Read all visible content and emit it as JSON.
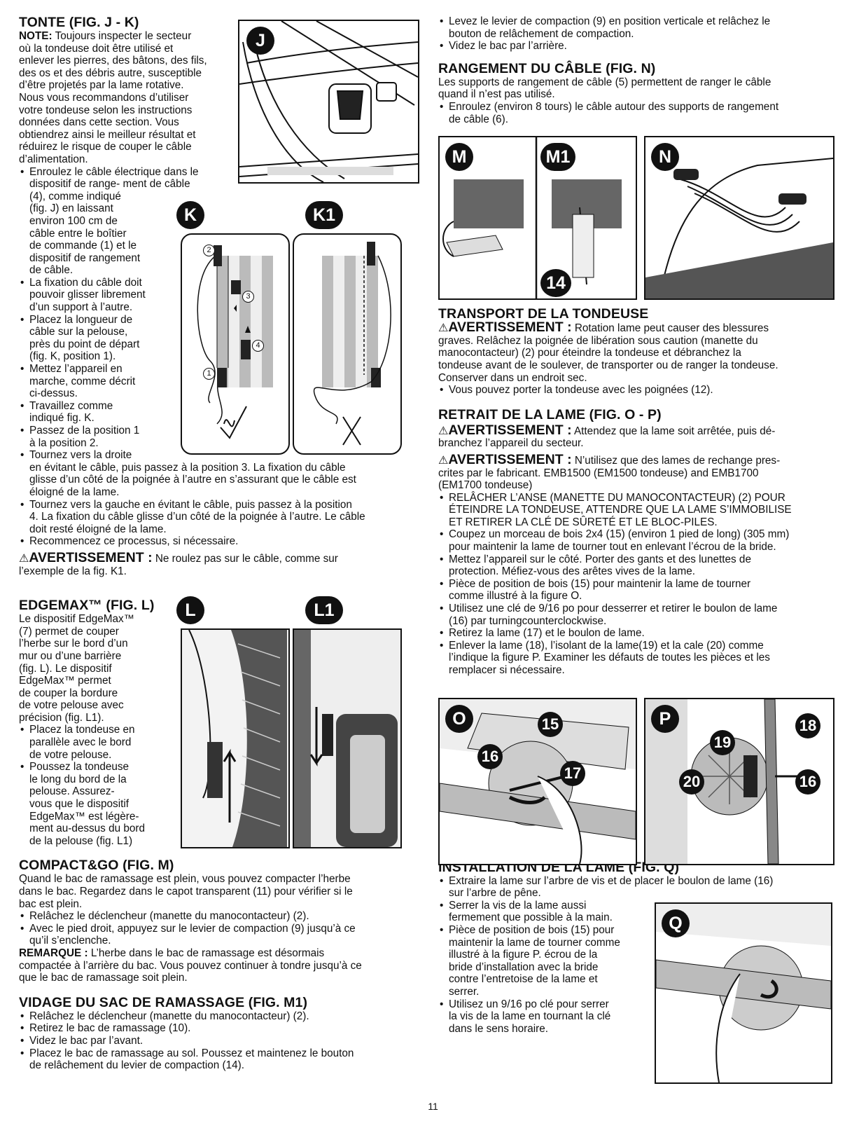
{
  "page_number": "11",
  "tonte": {
    "title": "TONTE (FIG. J - K)",
    "note_label": "NOTE:",
    "note_lines": [
      "Toujours inspecter le secteur",
      "où la tondeuse doit être utilisé et",
      "enlever les pierres, des bâtons, des fils,",
      "des os et des débris autre, susceptible",
      "d’être projetés par la lame rotative.",
      "Nous vous recommandons d’utiliser",
      "votre tondeuse selon les instructions",
      "données dans cette section. Vous",
      "obtiendrez ainsi le meilleur résultat et",
      "réduirez le risque de couper le câble",
      "d’alimentation."
    ],
    "bullet1_lines": [
      "Enroulez le câble électrique dans le",
      "dispositif de range- ment de câble",
      "(4), comme indiqué",
      "(fig. J) en laissant",
      "environ 100 cm de",
      "câble entre le boîtier",
      "de commande (1) et le",
      "dispositif de rangement",
      "de câble."
    ],
    "bullet2_lines": [
      "La fixation du câble doit",
      "pouvoir glisser librement",
      "d’un support à l’autre."
    ],
    "bullet3_lines": [
      "Placez la longueur de",
      "câble sur la pelouse,",
      "près du point de départ",
      "(fig. K, position 1)."
    ],
    "bullet4_lines": [
      "Mettez l’appareil en",
      "marche, comme décrit",
      "ci-dessus."
    ],
    "bullet5_lines": [
      "Travaillez comme",
      "indiqué fig. K."
    ],
    "bullet6_lines": [
      "Passez de la position 1",
      "à la position 2."
    ],
    "bullet7_lines": [
      "Tournez vers la droite",
      "en évitant le câble, puis passez à la position 3. La fixation du câble",
      "glisse d’un côté de la poignée à l’autre en s’assurant que le câble est",
      "éloigné de la lame."
    ],
    "bullet8_lines": [
      "Tournez vers la gauche en évitant le câble, puis passez à la position",
      "4. La fixation du câble glisse d’un côté de la poignée à l’autre. Le câble",
      "doit resté éloigné de la lame."
    ],
    "bullet9": "Recommencez ce processus, si nécessaire.",
    "warning_label": "AVERTISSEMENT :",
    "warning_text": " Ne roulez pas sur le câble, comme sur",
    "warning_line2": "l’exemple de la fig. K1."
  },
  "edgemax": {
    "title": "EDGEMAX™ (FIG. L)",
    "para_lines": [
      "Le dispositif EdgeMax™",
      "(7) permet de couper",
      "l’herbe sur le bord d’un",
      "mur ou d’une barrière",
      "(fig. L). Le dispositif",
      "EdgeMax™ permet",
      "de couper la bordure",
      "de votre pelouse avec",
      "précision (fig. L1)."
    ],
    "bullet1_lines": [
      "Placez la tondeuse en",
      "parallèle avec le bord",
      "de votre pelouse."
    ],
    "bullet2_lines": [
      "Poussez la tondeuse",
      "le long du bord de la",
      "pelouse. Assurez-",
      "vous que le dispositif",
      "EdgeMax™ est légère-",
      "ment au-dessus du bord",
      "de la pelouse (fig. L1)"
    ]
  },
  "compact": {
    "title": "COMPACT&GO (FIG. M)",
    "para_lines": [
      "Quand le bac de ramassage est plein, vous pouvez compacter l’herbe",
      "dans le bac. Regardez dans le capot transparent (11) pour vérifier si le",
      "bac est plein."
    ],
    "bullet1": "Relâchez le déclencheur (manette du manocontacteur) (2).",
    "bullet2_lines": [
      "Avec le pied droit, appuyez sur le levier de compaction (9) jusqu’à ce",
      "qu’il s’enclenche."
    ],
    "remark_label": "REMARQUE :",
    "remark_lines": [
      " L’herbe dans le bac de ramassage est désormais",
      "compactée à l’arrière du bac. Vous pouvez continuer à tondre jusqu’à ce",
      "que le bac de ramassage soit plein."
    ]
  },
  "vidage": {
    "title": "VIDAGE DU SAC DE RAMASSAGE (FIG. M1)",
    "bullets": [
      [
        "Relâchez le déclencheur (manette du manocontacteur) (2)."
      ],
      [
        "Retirez le bac de ramassage (10)."
      ],
      [
        "Videz le bac par l’avant."
      ],
      [
        "Placez le bac de ramassage au sol. Poussez et maintenez le bouton",
        "de relâchement du levier de compaction (14)."
      ]
    ]
  },
  "right_top": {
    "bullets": [
      [
        "Levez le levier de compaction (9) en position verticale et relâchez le",
        "bouton de relâchement de compaction."
      ],
      [
        "Videz le bac par l’arrière."
      ]
    ]
  },
  "rangement": {
    "title": "RANGEMENT DU CÂBLE (FIG. N)",
    "para_lines": [
      "Les supports de rangement de câble (5) permettent de ranger le câble",
      "quand il n’est pas utilisé."
    ],
    "bullet_lines": [
      "Enroulez (environ 8 tours) le câble autour des supports de rangement",
      "de câble (6)."
    ]
  },
  "transport": {
    "title": "TRANSPORT DE LA TONDEUSE",
    "warning_label": "AVERTISSEMENT :",
    "warning_first": " Rotation lame peut causer des blessures",
    "warning_lines": [
      "graves. Relâchez la poignée de libération sous caution (manette du",
      "manocontacteur) (2) pour éteindre la tondeuse et débranchez la",
      "tondeuse avant de le soulever, de transporter ou de ranger la tondeuse.",
      "Conserver dans un endroit sec."
    ],
    "bullet": "Vous pouvez porter la tondeuse avec les poignées (12)."
  },
  "retrait": {
    "title": "RETRAIT DE LA LAME (FIG. O - P)",
    "warn1_label": "AVERTISSEMENT :",
    "warn1_first": " Attendez que la lame soit arrêtée, puis dé-",
    "warn1_line2": "branchez l’appareil du secteur.",
    "warn2_label": "AVERTISSEMENT :",
    "warn2_first": " N’utilisez que des lames de rechange pres-",
    "warn2_lines": [
      "crites par le fabricant. EMB1500 (EM1500 tondeuse) and EMB1700",
      "(EM1700 tondeuse)"
    ],
    "bullets": [
      [
        "RELÂCHER L’ANSE (MANETTE DU MANOCONTACTEUR) (2) POUR",
        "ÉTEINDRE LA TONDEUSE, ATTENDRE QUE LA LAME S’IMMOBILISE",
        "ET RETIRER LA CLÉ DE SÛRETÉ ET LE BLOC-PILES."
      ],
      [
        "Coupez un morceau de bois 2x4 (15) (environ 1 pied de long) (305 mm)",
        "pour maintenir la lame de tourner tout en enlevant l’écrou de la bride."
      ],
      [
        "Mettez l’appareil sur le côté. Porter des gants et des lunettes de",
        "protection. Méfiez-vous des arêtes vives de la lame."
      ],
      [
        "Pièce de position de bois (15) pour maintenir la lame de tourner",
        "comme illustré à la figure O."
      ],
      [
        "Utilisez une clé de 9/16 po pour desserrer et retirer le boulon de lame",
        "(16) par turningcounterclockwise."
      ],
      [
        "Retirez la lame (17) et le boulon de lame."
      ],
      [
        "Enlever la lame (18), l’isolant de la lame(19) et la cale (20) comme",
        "l’indique la figure P. Examiner les défauts de toutes les pièces et les",
        "remplacer si nécessaire."
      ]
    ]
  },
  "installation": {
    "title": "INSTALLATION DE LA LAME (FIG. Q)",
    "bullet1_lines": [
      "Extraire la lame sur l’arbre de vis et de placer le boulon de lame (16)",
      "sur l’arbre de pêne."
    ],
    "bullet2_lines": [
      "Serrer la vis de la lame aussi",
      "fermement que possible à la main."
    ],
    "bullet3_lines": [
      "Pièce de position de bois (15) pour",
      "maintenir la lame de tourner comme",
      "illustré à la figure P. écrou de la",
      "bride d’installation avec la bride",
      "contre l’entretoise de la lame et",
      "serrer."
    ],
    "bullet4_lines": [
      "Utilisez un 9/16 po clé pour serrer",
      "la vis de la lame en tournant la clé",
      "dans le sens horaire."
    ]
  },
  "figures": {
    "J": "J",
    "K": "K",
    "K1": "K1",
    "L": "L",
    "L1": "L1",
    "M": "M",
    "M1": "M1",
    "N": "N",
    "O": "O",
    "P": "P",
    "Q": "Q",
    "callouts": {
      "c1": "1",
      "c2": "2",
      "c3": "3",
      "c4": "4",
      "n14": "14",
      "n15": "15",
      "n16": "16",
      "n17": "17",
      "n18": "18",
      "n19": "19",
      "n20": "20",
      "n16b": "16"
    }
  }
}
